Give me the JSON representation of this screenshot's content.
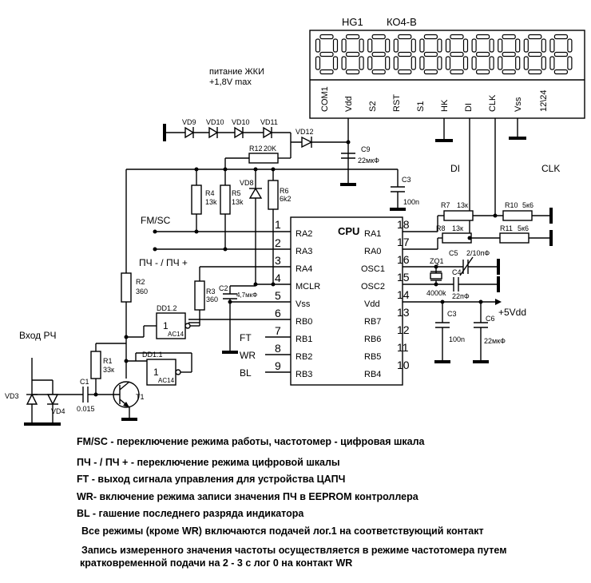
{
  "display": {
    "ref": "HG1",
    "model": "КО4-В",
    "pins": [
      "COM1",
      "Vdd",
      "S2",
      "RST",
      "S1",
      "HK",
      "DI",
      "CLK",
      "Vss",
      "12\\24"
    ]
  },
  "power_label": [
    "питание ЖКИ",
    "+1,8V max"
  ],
  "components": {
    "vd9": "VD9",
    "vd10a": "VD10",
    "vd10b": "VD10",
    "vd11": "VD11",
    "vd12": "VD12",
    "r12": "R12",
    "r12v": "20K",
    "c9": "C9",
    "c9v": "22мкФ",
    "c3top": "C3",
    "c3topv": "100n",
    "r4": "R4",
    "r4v": "13k",
    "r5": "R5",
    "r5v": "13k",
    "vd8": "VD8",
    "r6": "R6",
    "r6v": "6k2",
    "r2": "R2",
    "r2v": "360",
    "r3": "R3",
    "r3v": "360",
    "c2": "C2",
    "c2v": "4,7мкФ",
    "dd12": "DD1.2",
    "dd11": "DD1.1",
    "gate": "1",
    "gate_type": "AC14",
    "r1": "R1",
    "r1v": "33к",
    "c1": "C1",
    "c1v": "0.015",
    "t1": "T1",
    "vd3": "VD3",
    "vd4": "VD4",
    "r7": "R7",
    "r7v": "13к",
    "r10": "R10",
    "r10v": "5к6",
    "r8": "R8",
    "r8v": "13к",
    "r11": "R11",
    "r11v": "5к6",
    "c5": "C5",
    "c5v": "2/10пФ",
    "zq1": "ZQ1",
    "zq1v": "4000k",
    "c4": "C4",
    "c4v": "22пФ",
    "c3": "C3",
    "c3v": "100n",
    "c6": "C6",
    "c6v": "22мкФ",
    "supply": "+5Vdd"
  },
  "signals": {
    "di": "DI",
    "clk": "CLK",
    "fmsc": "FM/SC",
    "pch": "ПЧ - / ПЧ +",
    "ft": "FT",
    "wr": "WR",
    "bl": "BL",
    "rf_in": "Вход РЧ"
  },
  "cpu": {
    "title": "CPU",
    "left_pins": [
      {
        "num": "1",
        "name": "RA2"
      },
      {
        "num": "2",
        "name": "RA3"
      },
      {
        "num": "3",
        "name": "RA4"
      },
      {
        "num": "4",
        "name": "MCLR"
      },
      {
        "num": "5",
        "name": "Vss"
      },
      {
        "num": "6",
        "name": "RB0"
      },
      {
        "num": "7",
        "name": "RB1"
      },
      {
        "num": "8",
        "name": "RB2"
      },
      {
        "num": "9",
        "name": "RB3"
      }
    ],
    "right_pins": [
      {
        "num": "18",
        "name": "RA1"
      },
      {
        "num": "17",
        "name": "RA0"
      },
      {
        "num": "16",
        "name": "OSC1"
      },
      {
        "num": "15",
        "name": "OSC2"
      },
      {
        "num": "14",
        "name": "Vdd"
      },
      {
        "num": "13",
        "name": "RB7"
      },
      {
        "num": "12",
        "name": "RB6"
      },
      {
        "num": "11",
        "name": "RB5"
      },
      {
        "num": "10",
        "name": "RB4"
      }
    ]
  },
  "notes": [
    "FM/SC - переключение режима работы, частотомер - цифровая шкала",
    "ПЧ - / ПЧ +  - переключение режима цифровой шкалы",
    "FT - выход сигнала управления для устройства ЦАПЧ",
    "WR- включение режима записи значения ПЧ в EEPROM контроллера",
    "BL - гашение последнего разряда индикатора",
    "Все режимы (кроме WR) включаются  подачей лог.1 на соответствующий контакт",
    "Запись измеренного значения частоты осуществляется в режиме частотомера путем",
    "кратковременной подачи на 2 - 3 с лог 0 на контакт WR"
  ]
}
